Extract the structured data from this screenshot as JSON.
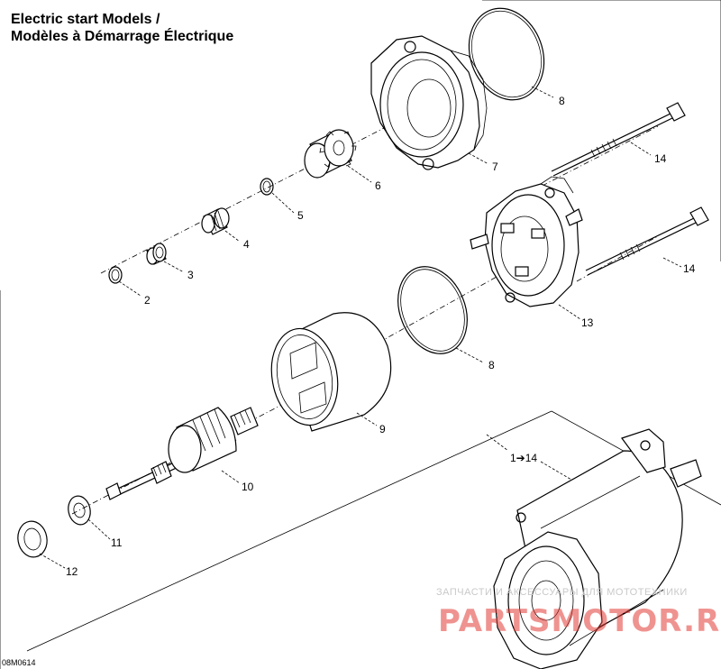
{
  "title": {
    "line1": "Electric start Models /",
    "line2": "Modèles à Démarrage Électrique"
  },
  "parts": [
    {
      "id": "p2",
      "label": "2"
    },
    {
      "id": "p3",
      "label": "3"
    },
    {
      "id": "p4",
      "label": "4"
    },
    {
      "id": "p5",
      "label": "5"
    },
    {
      "id": "p6",
      "label": "6"
    },
    {
      "id": "p7",
      "label": "7"
    },
    {
      "id": "p8a",
      "label": "8"
    },
    {
      "id": "p8b",
      "label": "8"
    },
    {
      "id": "p9",
      "label": "9"
    },
    {
      "id": "p10",
      "label": "10"
    },
    {
      "id": "p11",
      "label": "11"
    },
    {
      "id": "p12",
      "label": "12"
    },
    {
      "id": "p13",
      "label": "13"
    },
    {
      "id": "p14a",
      "label": "14"
    },
    {
      "id": "p14b",
      "label": "14"
    },
    {
      "id": "assembly",
      "label": "1➔14"
    }
  ],
  "drawing_code": "08M0614",
  "watermark": {
    "line1": "ЗАПЧАСТИ И АКСЕССУАРЫ ДЛЯ МОТОТЕХНИКИ",
    "brand": "PARTSMOTOR.RU",
    "color": "#e23a35"
  }
}
